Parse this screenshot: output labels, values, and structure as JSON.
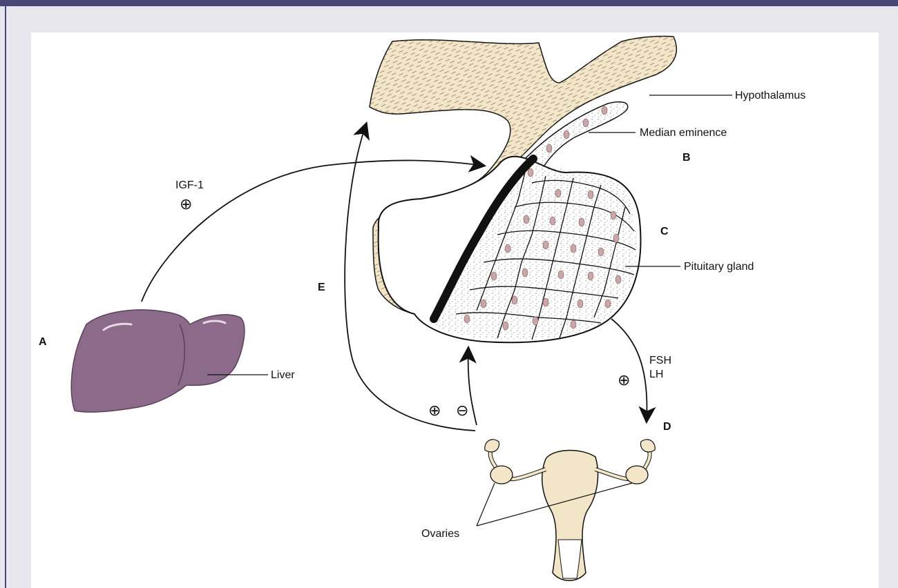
{
  "labels": {
    "hypothalamus": "Hypothalamus",
    "median_eminence": "Median eminence",
    "pituitary_gland": "Pituitary gland",
    "liver": "Liver",
    "ovaries": "Ovaries",
    "igf1": "IGF-1",
    "fsh": "FSH",
    "lh": "LH"
  },
  "letters": {
    "a": "A",
    "b": "B",
    "c": "C",
    "d": "D",
    "e": "E"
  },
  "signs": {
    "plus_igf": "⊕",
    "plus_fsh": "⊕",
    "plus_ovary": "⊕",
    "minus_ovary": "⊖"
  },
  "colors": {
    "frame": "#4a4675",
    "tissue": "#f3e6c8",
    "liver": "#8c6a8a",
    "cell_nucleus": "#caa6a8"
  }
}
